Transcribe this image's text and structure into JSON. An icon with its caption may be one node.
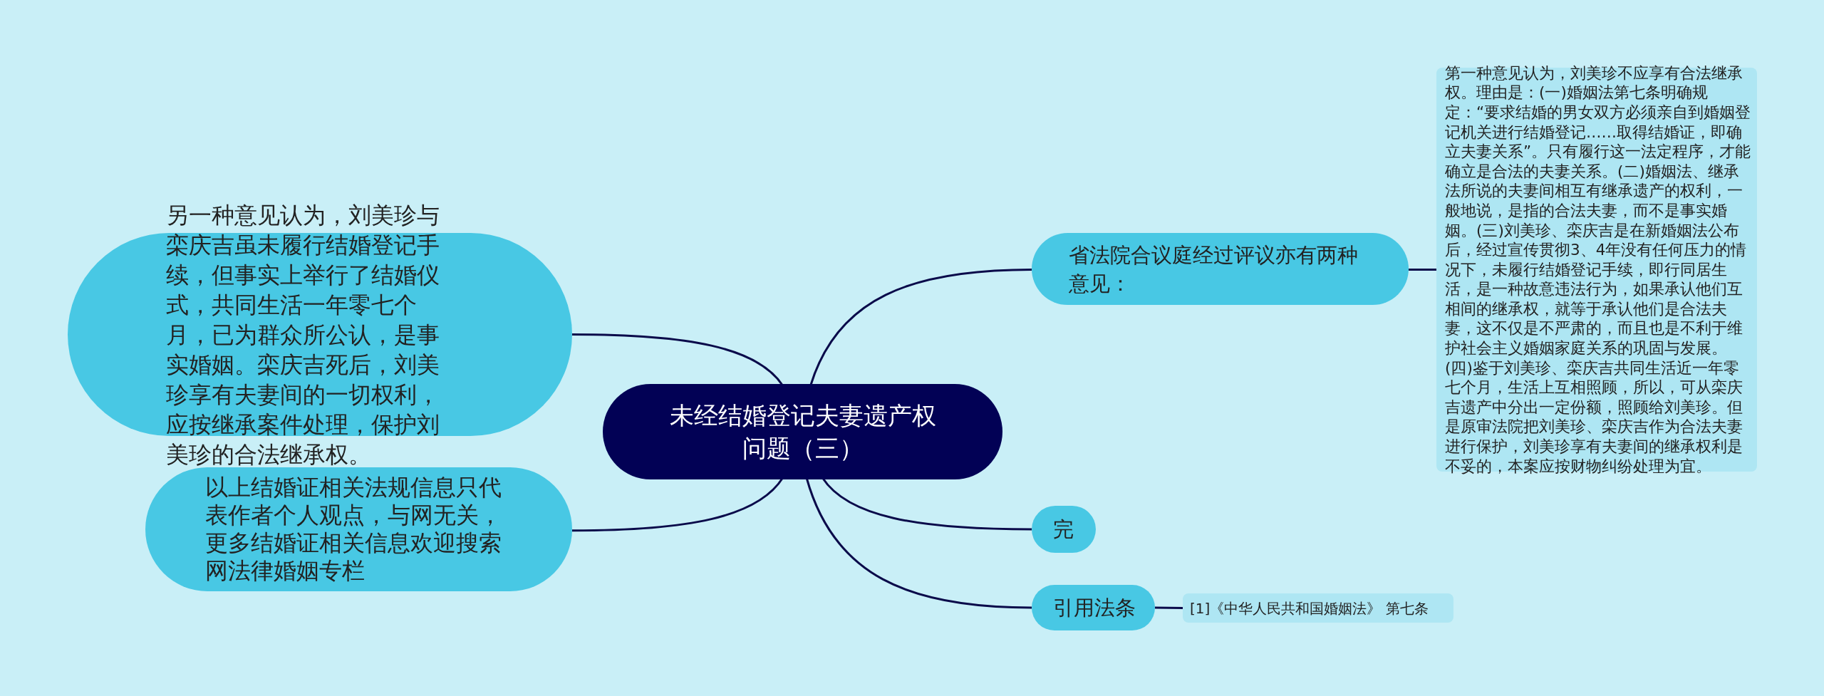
{
  "diagram": {
    "nodes": [
      {
        "text": [
          "未经结婚登记夫妻遗产权问题（三）"
        ]
      },
      {
        "text": [
          "另一种意见认为，刘美珍与栾庆吉虽未履行结婚登记手续，但事实上举行了结婚仪式，共同生活一年零七个月，已为群众所公认，是事实婚姻。栾庆吉死后，刘美珍享有夫妻间的一切权利，应按继承案件处理，保护刘美珍的合法继承权。"
        ]
      },
      {
        "text": [
          "以上结婚证相关法规信息只代表作者个人观点，与网无关，更多结婚证相关信息欢迎搜索网法律婚姻专栏"
        ]
      },
      {
        "text": [
          "省法院合议庭经过评议亦有两种意见："
        ]
      },
      {
        "text": [
          "第一种意见认为，刘美珍不应享有合法继承权。理由是：(一)婚姻法第七条明确规定：“要求结婚的男女双方必须亲自到婚姻登记机关进行结婚登记……取得结婚证，即确立夫妻关系”。只有履行这一法定程序，才能确立是合法的夫妻关系。(二)婚姻法、继承法所说的夫妻间相互有继承遗产的权利，一般地说，是指的合法夫妻，而不是事实婚姻。(三)刘美珍、栾庆吉是在新婚姻法公布后，经过宣传贯彻3、4年没有任何压力的情况下，未履行结婚登记手续，即行同居生活，是一种故意违法行为，如果承认他们互相间的继承权，就等于承认他们是合法夫妻，这不仅是不严肃的，而且也是不利于维护社会主义婚姻家庭关系的巩固与发展。(四)鉴于刘美珍、栾庆吉共同生活近一年零七个月，生活上互相照顾，所以，可从栾庆吉遗产中分出一定份额，照顾给刘美珍。但是原审法院把刘美珍、栾庆吉作为合法夫妻进行保护，刘美珍享有夫妻间的继承权利是不妥的，本案应按财物纠纷处理为宜。"
        ]
      },
      {
        "text": [
          "完"
        ]
      },
      {
        "text": [
          "引用法条"
        ]
      },
      {
        "text": [
          "[1]《中华人民共和国婚姻法》 第七条"
        ]
      }
    ],
    "edges": [
      {
        "from": 0,
        "to": 1,
        "arrow": "none"
      },
      {
        "from": 0,
        "to": 2,
        "arrow": "none"
      },
      {
        "from": 0,
        "to": 3,
        "arrow": "none"
      },
      {
        "from": 3,
        "to": 4,
        "arrow": "none"
      },
      {
        "from": 0,
        "to": 5,
        "arrow": "none"
      },
      {
        "from": 0,
        "to": 6,
        "arrow": "none"
      },
      {
        "from": 6,
        "to": 7,
        "arrow": "none"
      }
    ]
  }
}
